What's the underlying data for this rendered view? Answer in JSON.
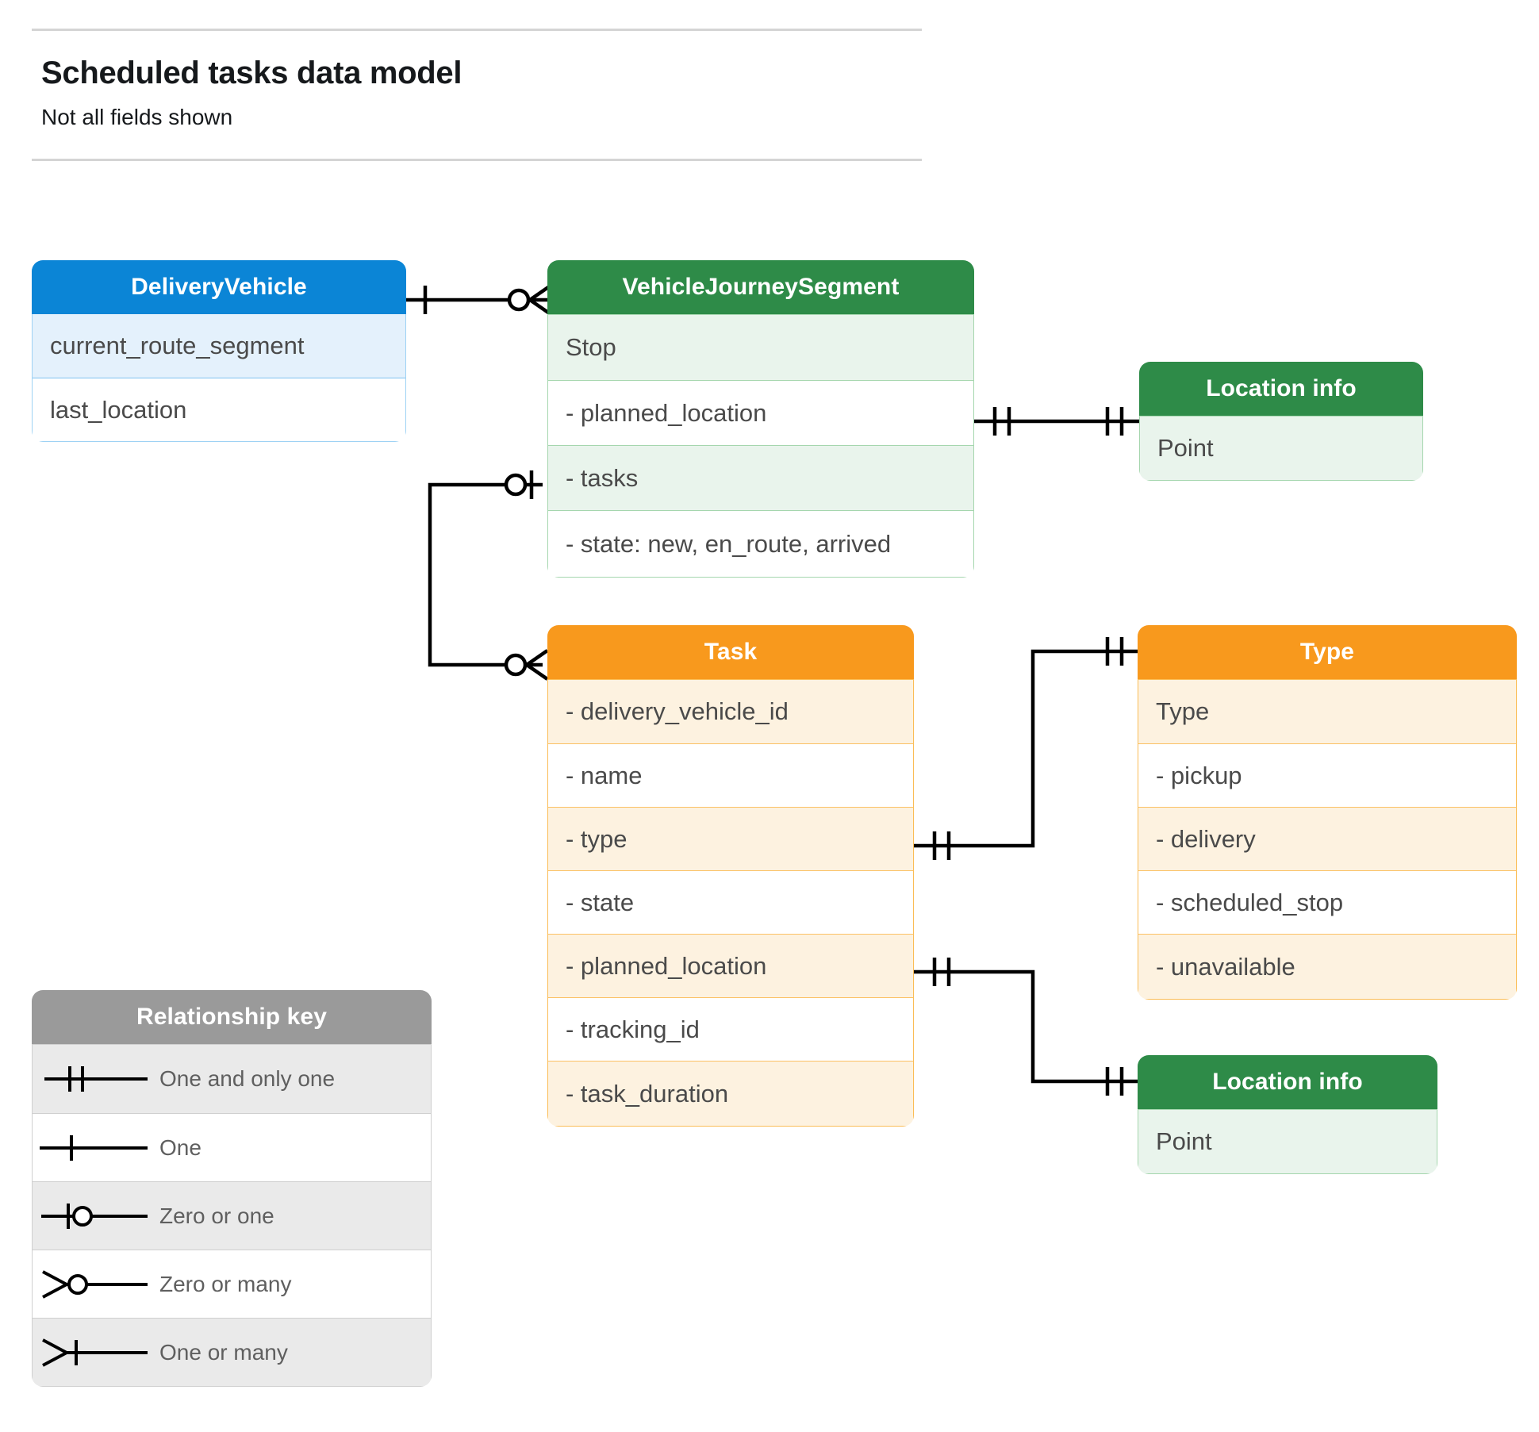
{
  "header": {
    "title": "Scheduled tasks data model",
    "subtitle": "Not all fields shown"
  },
  "colors": {
    "blue_header": "#0b85d6",
    "blue_row": "#e4f1fc",
    "blue_border": "#9ed2f4",
    "green_header": "#2e8b48",
    "green_row": "#e9f4ec",
    "green_border": "#a5d6ae",
    "orange_header": "#f8991d",
    "orange_row": "#fdf2e0",
    "orange_border": "#fbbd56",
    "gray_header": "#9a9a9a",
    "gray_row": "#eaeaea",
    "gray_border": "#cfcfcf",
    "line": "#000000",
    "text": "#4a4a4a",
    "title_text": "#16191c"
  },
  "entities": {
    "delivery_vehicle": {
      "title": "DeliveryVehicle",
      "rows": [
        "current_route_segment",
        "last_location"
      ]
    },
    "vehicle_journey_segment": {
      "title": "VehicleJourneySegment",
      "rows": [
        "Stop",
        "-  planned_location",
        "- tasks",
        "- state: new, en_route, arrived"
      ]
    },
    "location_info_top": {
      "title": "Location info",
      "rows": [
        "Point"
      ]
    },
    "task": {
      "title": "Task",
      "rows": [
        "- delivery_vehicle_id",
        "- name",
        "- type",
        "- state",
        "- planned_location",
        "- tracking_id",
        "- task_duration"
      ]
    },
    "type": {
      "title": "Type",
      "rows": [
        "Type",
        "-   pickup",
        "-   delivery",
        "-   scheduled_stop",
        "-   unavailable"
      ]
    },
    "location_info_bottom": {
      "title": "Location info",
      "rows": [
        "Point"
      ]
    }
  },
  "legend": {
    "title": "Relationship key",
    "items": [
      {
        "symbol": "one-and-only-one",
        "label": "One and only one"
      },
      {
        "symbol": "one",
        "label": "One"
      },
      {
        "symbol": "zero-or-one",
        "label": "Zero or one"
      },
      {
        "symbol": "zero-or-many",
        "label": "Zero or many"
      },
      {
        "symbol": "one-or-many",
        "label": "One or many"
      }
    ]
  },
  "relationships": [
    {
      "name": "deliveryvehicle-to-vehiclejourneysegment",
      "from": "DeliveryVehicle",
      "to": "VehicleJourneySegment",
      "from_cardinality": "one",
      "to_cardinality": "zero-or-many"
    },
    {
      "name": "vehiclejourneysegment-planned-location-to-location-info",
      "from": "VehicleJourneySegment.planned_location",
      "to": "Location info",
      "from_cardinality": "one-and-only-one",
      "to_cardinality": "one-and-only-one"
    },
    {
      "name": "vehiclejourneysegment-tasks-to-task",
      "from": "VehicleJourneySegment.tasks",
      "to": "Task",
      "from_cardinality": "zero-or-one",
      "to_cardinality": "zero-or-many"
    },
    {
      "name": "task-type-to-type",
      "from": "Task.type",
      "to": "Type",
      "from_cardinality": "one-and-only-one",
      "to_cardinality": "one-and-only-one"
    },
    {
      "name": "task-planned-location-to-location-info",
      "from": "Task.planned_location",
      "to": "Location info",
      "from_cardinality": "one-and-only-one",
      "to_cardinality": "one-and-only-one"
    }
  ]
}
